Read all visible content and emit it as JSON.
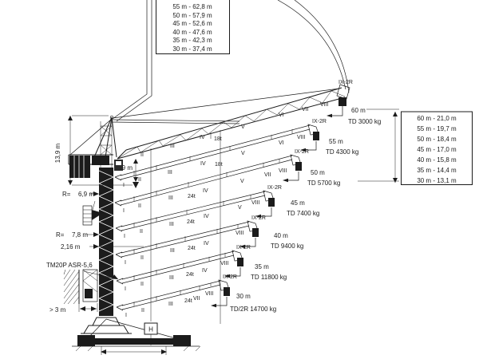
{
  "left_box": {
    "rows": [
      "55 m - 62,8 m",
      "50 m - 57,9 m",
      "45 m - 52,6 m",
      "40 m - 47,6 m",
      "35 m - 42,3 m",
      "30 m - 37,4 m"
    ]
  },
  "right_box": {
    "rows": [
      "60 m - 21,0 m",
      "55 m - 19,7 m",
      "50 m - 18,4 m",
      "45 m - 17,0 m",
      "40 m - 15,8 m",
      "35 m - 14,4 m",
      "30 m - 13,1 m"
    ]
  },
  "configs": [
    {
      "length": "60 m",
      "load": "TD 3000 kg",
      "tip_label": "IX-2R",
      "segments": [
        "II",
        "III",
        "IV",
        "18t",
        "V",
        "VI",
        "VII",
        "VIII"
      ]
    },
    {
      "length": "55 m",
      "load": "TD 4300 kg",
      "tip_label": "IX-2R",
      "segments": [
        "I",
        "II",
        "III",
        "IV",
        "18t",
        "V",
        "VI",
        "VIII"
      ]
    },
    {
      "length": "50 m",
      "load": "TD 5700 kg",
      "tip_label": "IX-2R",
      "segments": [
        "I",
        "II",
        "III",
        "24t",
        "IV",
        "V",
        "VII",
        "VIII"
      ]
    },
    {
      "length": "45 m",
      "load": "TD 7400 kg",
      "tip_label": "IX-2R",
      "segments": [
        "I",
        "II",
        "III",
        "24t",
        "IV",
        "V",
        "VIII"
      ]
    },
    {
      "length": "40 m",
      "load": "TD 9400 kg",
      "tip_label": "IX-2R",
      "segments": [
        "I",
        "II",
        "III",
        "24t",
        "IV",
        "VIII"
      ]
    },
    {
      "length": "35 m",
      "load": "TD 11800 kg",
      "tip_label": "IX-2R",
      "segments": [
        "I",
        "II",
        "III",
        "24t",
        "IV",
        "VIII"
      ]
    },
    {
      "length": "30 m",
      "load": "TD/2R 14700 kg",
      "tip_label": "IX-2R",
      "segments": [
        "I",
        "II",
        "III",
        "24t",
        "VII",
        "VIII"
      ]
    }
  ],
  "dims": {
    "mast_head": "13,9 m",
    "jib_foot": "9 m",
    "r_label": "R=",
    "r1": "6,9 m",
    "r2": "7,8 m",
    "base_width": "2,16 m",
    "model": "TM20P ASR-5,6",
    "clearance": "> 3 m",
    "hook_height": "H"
  }
}
